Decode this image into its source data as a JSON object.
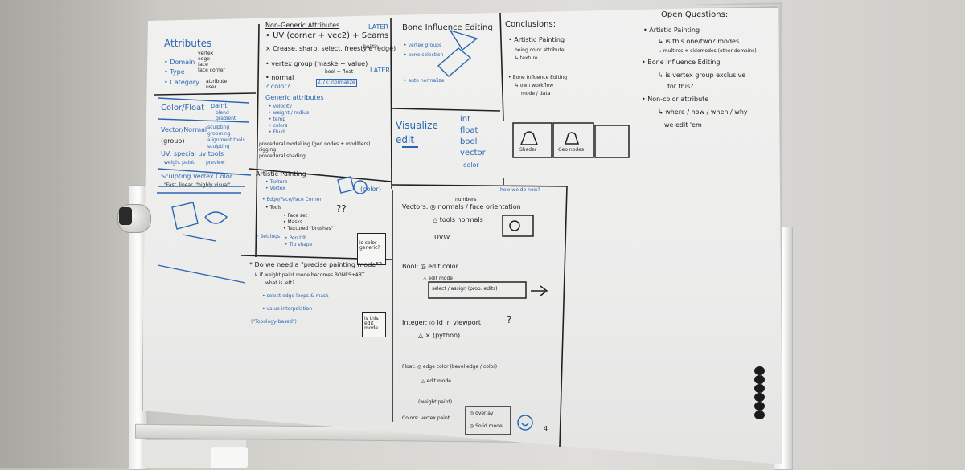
{
  "scene": {
    "description": "",
    "colors": {
      "black_ink": "#1e1f22",
      "blue_ink": "#2b66b3",
      "board": "#ececeb",
      "wall": "#d8d6d1"
    }
  },
  "attributes": {
    "title": "Attributes",
    "lines": [
      "• Domain",
      "• Type",
      "• Category",
      "Color/Float",
      "Vector/Normal",
      "(group)",
      "UV: special uv tools",
      "Sculpting Vertex Color",
      "\"Fast, linear, \"highly visual\""
    ],
    "subs": [
      "vertex",
      "edge",
      "face",
      "face corner",
      "paint",
      "blend",
      "gradient",
      "sculpting",
      "grooming",
      "alignment tools",
      "sculpting",
      "weight paint",
      "preview",
      "attribute",
      "user"
    ]
  },
  "non_generic": {
    "title": "Non-Generic Attributes",
    "lines": [
      "• UV (corner + vec2) + Seams",
      "× Crease, sharp, select, freestyle (edge)",
      "• vertex group (maske + value)",
      "bool + float",
      "• normal",
      "? color?",
      "Generic attributes",
      "• velocity",
      "• weight / radius",
      "• temp",
      "• colors",
      "• Fluid",
      "procedural modelling (geo nodes + modifiers)",
      "rigging",
      "procedural shading"
    ],
    "tags": [
      "LATER",
      "builtin",
      "LATER",
      "2.7x: normalize"
    ]
  },
  "bone_influence": {
    "title": "Bone Influence Editing",
    "items": [
      "• vertex groups",
      "• bone selection",
      "• auto normalize"
    ]
  },
  "conclusions": {
    "title": "Conclusions:",
    "lines": [
      "• Artistic Painting",
      "being color attribute",
      "↳ texture",
      "• Bone Influence Editing",
      "↳ own workflow",
      "mode / data"
    ],
    "labels": [
      "Shader",
      "Geo nodes"
    ]
  },
  "visualize": {
    "verbs": [
      "Visualize",
      "edit"
    ],
    "types": [
      "int",
      "float",
      "bool",
      "vector",
      "color"
    ]
  },
  "open_questions": {
    "title": "Open Questions:",
    "lines": [
      "• Artistic Painting",
      "↳ is this one/two? modes",
      "↳ multires + sidemodes (other domains)",
      "• Bone Influence Editing",
      "↳ is vertex group exclusive",
      "for this?",
      "• Non-color attribute",
      "↳ where / how / when / why",
      "we edit 'em"
    ]
  },
  "artistic": {
    "title": "Artistic Painting",
    "lines": [
      "• Texture",
      "• Vertex",
      "• Edge/Face/Face Corner",
      "• Tools",
      "• Face set",
      "• Masks",
      "• Textured \"brushes\"",
      "• Settings",
      "• Pen tilt",
      "• Tip shape",
      "(color)",
      "??"
    ],
    "notes": [
      "is color generic?"
    ]
  },
  "precise": {
    "lines": [
      "* Do we need a \"precise painting mode\"?",
      "↳ if weight paint mode becomes BONES+ART",
      "what is left?",
      "• select edge loops & mask",
      "• value interpolation",
      "(\"Topology-based\")"
    ],
    "note": "is this edit mode"
  },
  "how_now": {
    "tag": "how we do now?",
    "lines": [
      "Vectors: ◎ normals / face orientation",
      "△ tools normals",
      "UVW",
      "Bool: ◎ edit color",
      "△ edit mode",
      "select / assign (prop. edits)",
      "Integer: ◎ Id in viewport",
      "△ × (python)",
      "Float: ◎ edge color (bevel edge / color)",
      "△ edit mode",
      "(weight paint)",
      "Colors: vertex paint",
      "◎ overlay",
      "◎ Solid mode"
    ],
    "subtag": "numbers",
    "marks": [
      "?",
      "?"
    ]
  },
  "misc": {
    "squiggle": "4"
  }
}
